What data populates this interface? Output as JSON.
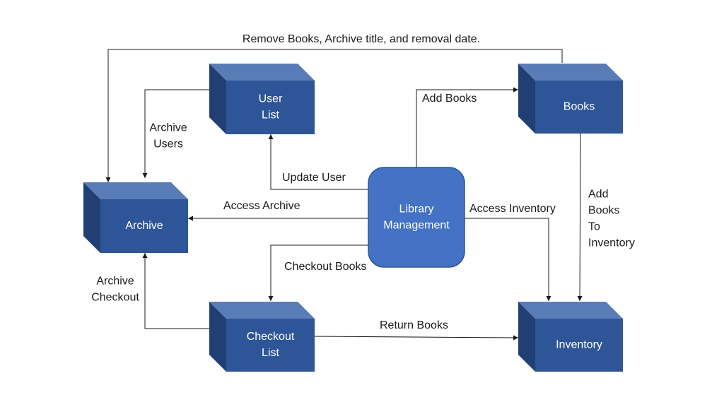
{
  "colors": {
    "cube_front": "#2e5597",
    "cube_top": "#5a7cb6",
    "cube_side": "#223f74",
    "process_fill": "#4472c4",
    "process_stroke": "#2f5597",
    "line": "#1a1a1a"
  },
  "nodes": {
    "user_list": [
      "User",
      "List"
    ],
    "books": [
      "Books"
    ],
    "archive": [
      "Archive"
    ],
    "checkout_list": [
      "Checkout",
      "List"
    ],
    "inventory": [
      "Inventory"
    ],
    "library_management": [
      "Library",
      "Management"
    ]
  },
  "edges": {
    "remove_books": [
      "Remove Books, Archive title, and removal date."
    ],
    "archive_users": [
      "Archive",
      "Users"
    ],
    "add_books": [
      "Add Books"
    ],
    "update_user": [
      "Update User"
    ],
    "access_archive": [
      "Access Archive"
    ],
    "access_inventory": [
      "Access Inventory"
    ],
    "add_books_to_inventory": [
      "Add",
      "Books",
      "To",
      "Inventory"
    ],
    "checkout_books": [
      "Checkout Books"
    ],
    "archive_checkout": [
      "Archive",
      "Checkout"
    ],
    "return_books": [
      "Return Books"
    ]
  }
}
